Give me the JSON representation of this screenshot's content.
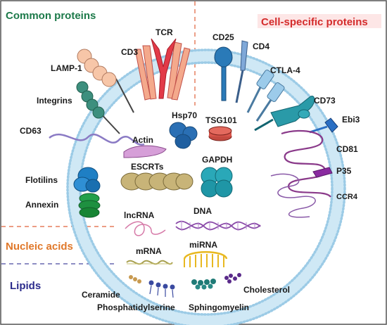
{
  "sections": {
    "common_proteins": "Common proteins",
    "cell_specific_proteins": "Cell-specific proteins",
    "nucleic_acids": "Nucleic acids",
    "lipids": "Lipids"
  },
  "labels": {
    "tcr": "TCR",
    "cd3": "CD3",
    "lamp1": "LAMP-1",
    "integrins": "Integrins",
    "cd63": "CD63",
    "flotilins": "Flotilins",
    "annexin": "Annexin",
    "actin": "Actin",
    "hsp70": "Hsp70",
    "tsg101": "TSG101",
    "escrts": "ESCRTs",
    "gapdh": "GAPDH",
    "cd25": "CD25",
    "cd4": "CD4",
    "ctla4": "CTLA-4",
    "cd73": "CD73",
    "ebi3": "Ebi3",
    "cd81": "CD81",
    "p35": "P35",
    "ccr4": "CCR4",
    "lncrna": "lncRNA",
    "dna": "DNA",
    "mrna": "mRNA",
    "mirna": "miRNA",
    "ceramide": "Ceramide",
    "phosphatidylserine": "Phosphatidylserine",
    "sphingomyelin": "Sphingomyelin",
    "cholesterol": "Cholesterol"
  },
  "colors": {
    "membrane": "#bfe0f2",
    "membrane_dot": "#9ccbe6",
    "divider": "#e0603a",
    "lipid_divider": "#4a4aa0",
    "frame": "#555555"
  }
}
